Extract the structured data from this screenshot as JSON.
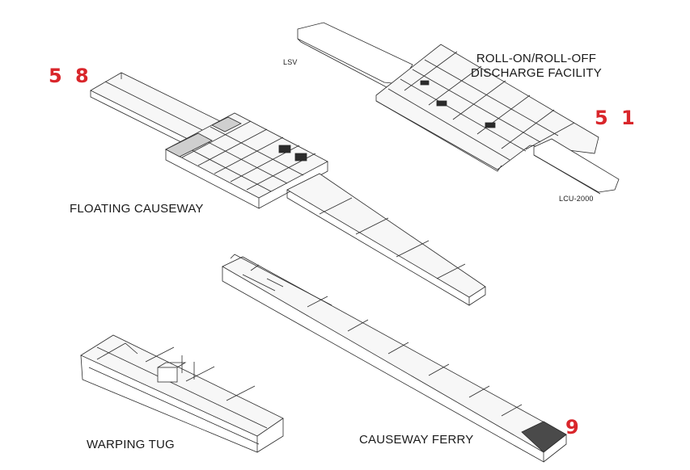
{
  "labels": {
    "rrdf_line1": "ROLL-ON/ROLL-OFF",
    "rrdf_line2": "DISCHARGE FACILITY",
    "lsv": "LSV",
    "lcu": "LCU-2000",
    "floating_causeway": "FLOATING CAUSEWAY",
    "warping_tug": "WARPING TUG",
    "causeway_ferry": "CAUSEWAY FERRY"
  },
  "numbers": {
    "floating_causeway_qty": "5 8",
    "rrdf_qty": "5 1",
    "causeway_ferry_qty": "9"
  },
  "colors": {
    "line": "#2b2b2b",
    "deck": "#f7f7f7",
    "shade": "#cfcfcf",
    "red": "#d9262b"
  }
}
